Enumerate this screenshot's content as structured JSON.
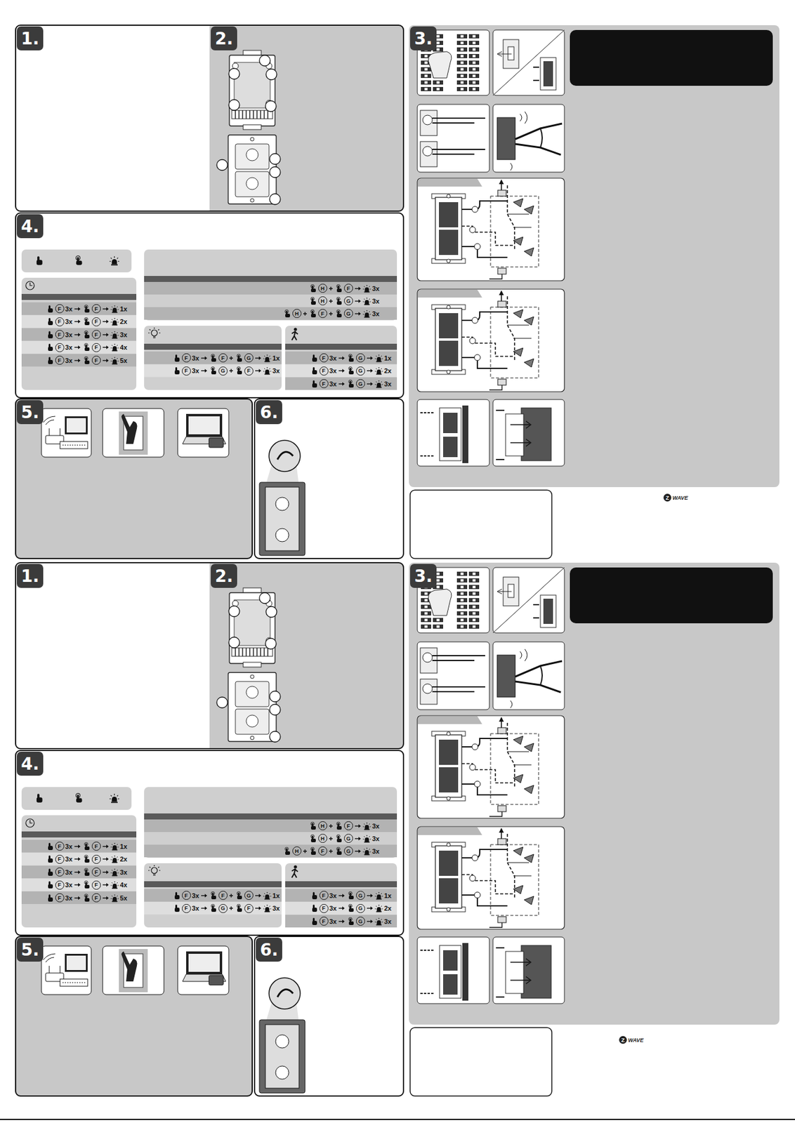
{
  "diagram": {
    "nodes": [
      {
        "text": [
          "1."
        ]
      },
      {
        "text": [
          "2."
        ]
      },
      {
        "text": [
          "3."
        ]
      },
      {
        "text": [
          "4."
        ]
      },
      {
        "text": [
          "5."
        ]
      },
      {
        "text": [
          "6."
        ]
      },
      {
        "text": [
          "1."
        ]
      },
      {
        "text": [
          "2."
        ]
      },
      {
        "text": [
          "3."
        ]
      },
      {
        "text": [
          "4."
        ]
      },
      {
        "text": [
          "5."
        ]
      },
      {
        "text": [
          "6."
        ]
      }
    ],
    "labels": [
      "F",
      "3x",
      "F",
      "1x",
      "F",
      "3x",
      "F",
      "2x",
      "F",
      "3x",
      "F",
      "3x",
      "F",
      "3x",
      "F",
      "4x",
      "F",
      "3x",
      "F",
      "5x",
      "H",
      "F",
      "3x",
      "H",
      "G",
      "3x",
      "H",
      "F",
      "G",
      "3x",
      "F",
      "3x",
      "F",
      "G",
      "1x",
      "F",
      "3x",
      "G",
      "F",
      "3x",
      "F",
      "3x",
      "G",
      "1x",
      "F",
      "3x",
      "G",
      "2x",
      "F",
      "3x",
      "G",
      "3x",
      "Z",
      "WAVE",
      "F",
      "3x",
      "F",
      "1x",
      "F",
      "3x",
      "F",
      "2x",
      "F",
      "3x",
      "F",
      "3x",
      "F",
      "3x",
      "F",
      "4x",
      "F",
      "3x",
      "F",
      "5x",
      "H",
      "F",
      "3x",
      "H",
      "G",
      "3x",
      "H",
      "F",
      "G",
      "3x",
      "F",
      "3x",
      "F",
      "G",
      "1x",
      "F",
      "3x",
      "G",
      "F",
      "3x",
      "F",
      "3x",
      "G",
      "1x",
      "F",
      "3x",
      "G",
      "2x",
      "F",
      "3x",
      "G",
      "3x",
      "Z",
      "WAVE"
    ]
  }
}
